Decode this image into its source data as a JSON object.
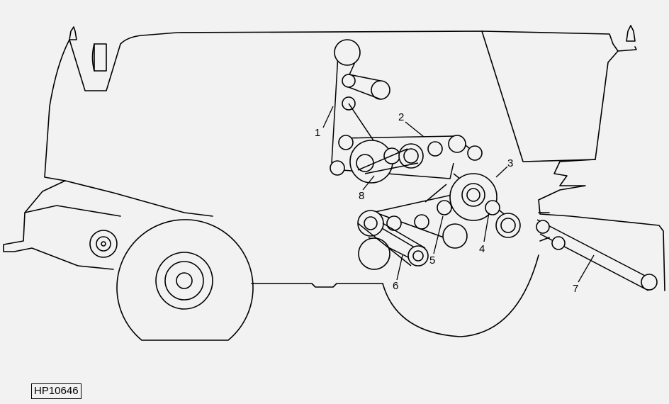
{
  "figure": {
    "id": "HP10646",
    "callouts": [
      "1",
      "2",
      "3",
      "4",
      "5",
      "6",
      "7",
      "8"
    ]
  }
}
